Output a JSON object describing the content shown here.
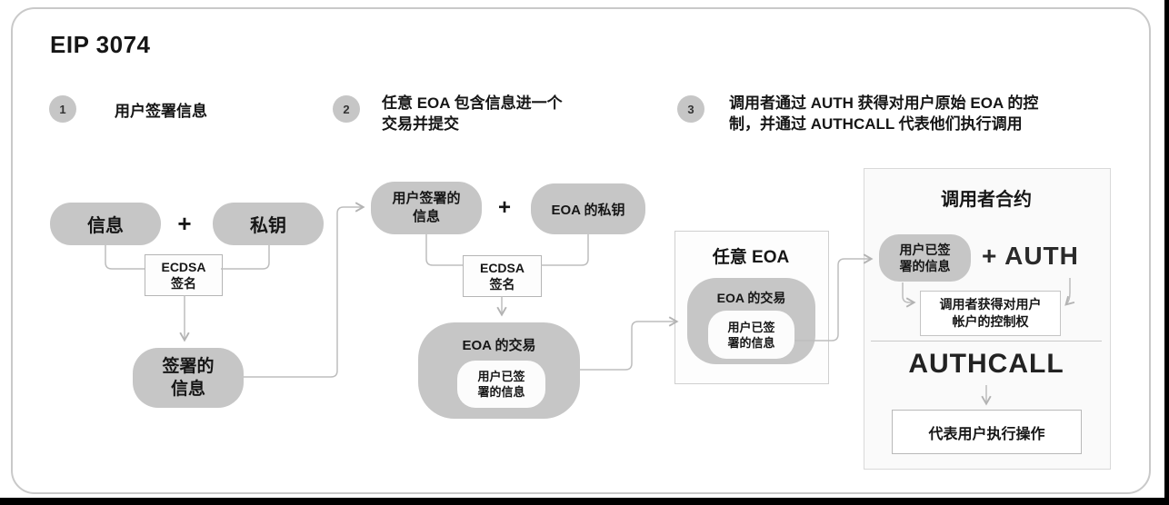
{
  "title": "EIP 3074",
  "steps": [
    {
      "num": "1",
      "line1": "用户签署信息",
      "line2": ""
    },
    {
      "num": "2",
      "line1": "任意 EOA 包含信息进一个",
      "line2": "交易并提交"
    },
    {
      "num": "3",
      "line1": "调用者通过 AUTH 获得对用户原始 EOA 的控",
      "line2": "制，并通过 AUTHCALL 代表他们执行调用"
    }
  ],
  "group1": {
    "message": "信息",
    "plus": "+",
    "private_key": "私钥",
    "ecdsa_line1": "ECDSA",
    "ecdsa_line2": "签名",
    "signed_line1": "签署的",
    "signed_line2": "信息"
  },
  "group2": {
    "user_signed_line1": "用户签署的",
    "user_signed_line2": "信息",
    "plus": "+",
    "eoa_key": "EOA 的私钥",
    "ecdsa_line1": "ECDSA",
    "ecdsa_line2": "签名",
    "eoa_tx": "EOA 的交易",
    "inner_line1": "用户已签",
    "inner_line2": "署的信息"
  },
  "group3": {
    "title": "任意 EOA",
    "eoa_tx": "EOA 的交易",
    "inner_line1": "用户已签",
    "inner_line2": "署的信息"
  },
  "group4": {
    "title": "调用者合约",
    "signed_line1": "用户已签",
    "signed_line2": "署的信息",
    "plus_auth": "+ AUTH",
    "control_line1": "调用者获得对用户",
    "control_line2": "帐户的控制权",
    "authcall": "AUTHCALL",
    "action": "代表用户执行操作"
  },
  "colors": {
    "box_gray": "#c6c6c6",
    "line": "#bdbdbd",
    "text": "#161616"
  }
}
